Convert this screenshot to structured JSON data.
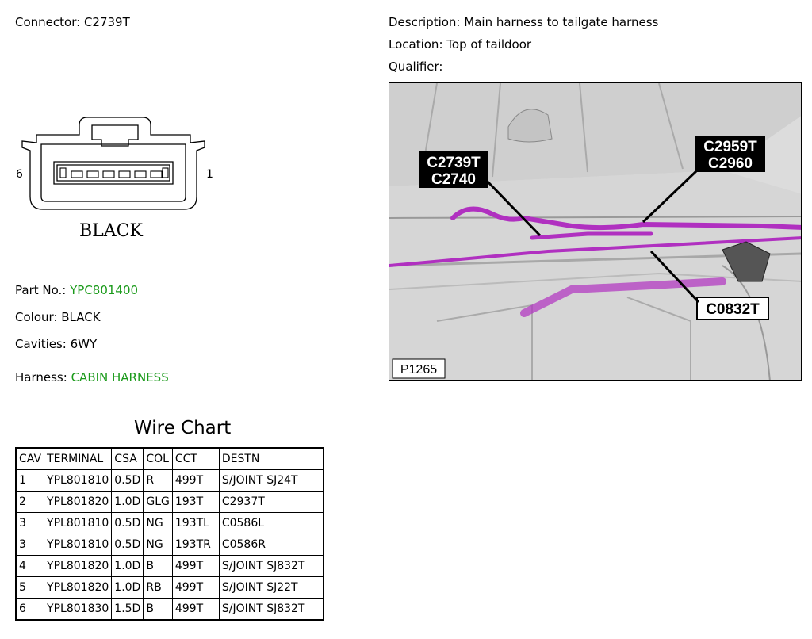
{
  "connector": {
    "label": "Connector:",
    "value": "C2739T"
  },
  "description": {
    "label": "Description:",
    "value": "Main harness to tailgate harness"
  },
  "location": {
    "label": "Location:",
    "value": "Top of taildoor"
  },
  "qualifier": {
    "label": "Qualifier:",
    "value": ""
  },
  "diagram": {
    "pin_left": "6",
    "pin_right": "1",
    "color_label": "BLACK"
  },
  "part_no": {
    "label": "Part No.:",
    "value": "YPC801400"
  },
  "colour": {
    "label": "Colour:",
    "value": "BLACK"
  },
  "cavities": {
    "label": "Cavities:",
    "value": "6WY"
  },
  "harness": {
    "label": "Harness:",
    "value": "CABIN HARNESS"
  },
  "photo": {
    "callout_a": [
      "C2739T",
      "C2740"
    ],
    "callout_b": [
      "C2959T",
      "C2960"
    ],
    "callout_c": "C0832T",
    "ref": "P1265"
  },
  "wire_chart": {
    "title": "Wire Chart",
    "headers": [
      "CAV",
      "TERMINAL",
      "CSA",
      "COL",
      "CCT",
      "DESTN"
    ],
    "rows": [
      [
        "1",
        "YPL801810",
        "0.5D",
        "R",
        "499T",
        "S/JOINT SJ24T"
      ],
      [
        "2",
        "YPL801820",
        "1.0D",
        "GLG",
        "193T",
        "C2937T"
      ],
      [
        "3",
        "YPL801810",
        "0.5D",
        "NG",
        "193TL",
        "C0586L"
      ],
      [
        "3",
        "YPL801810",
        "0.5D",
        "NG",
        "193TR",
        "C0586R"
      ],
      [
        "4",
        "YPL801820",
        "1.0D",
        "B",
        "499T",
        "S/JOINT SJ832T"
      ],
      [
        "5",
        "YPL801820",
        "1.0D",
        "RB",
        "499T",
        "S/JOINT SJ22T"
      ],
      [
        "6",
        "YPL801830",
        "1.5D",
        "B",
        "499T",
        "S/JOINT SJ832T"
      ]
    ]
  },
  "colors": {
    "green_value": "#1a9a1a",
    "harness_highlight": "#b030c0"
  }
}
